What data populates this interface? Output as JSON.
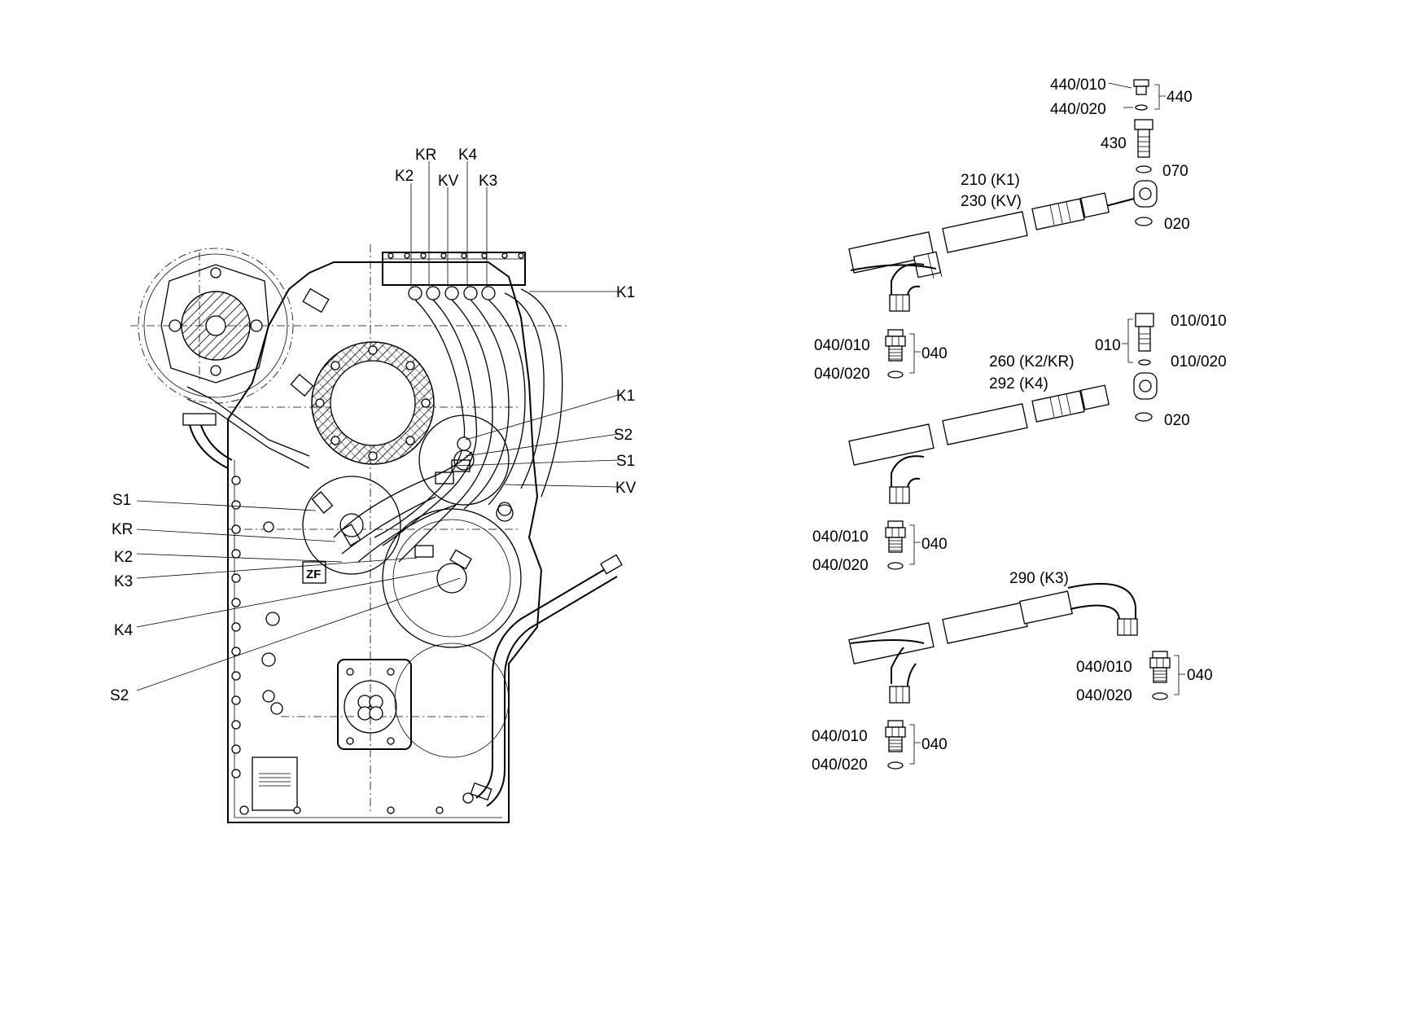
{
  "drawing": {
    "colors": {
      "line": "#000000",
      "background": "#ffffff"
    },
    "logo_text": "ZF",
    "housing_callouts": {
      "top": [
        "K2",
        "KR",
        "KV",
        "K4",
        "K3"
      ],
      "right": [
        "K1",
        "K1",
        "S2",
        "S1",
        "KV"
      ],
      "left": [
        "S1",
        "KR",
        "K2",
        "K3",
        "K4",
        "S2"
      ]
    },
    "assemblies": {
      "a1": {
        "lines": [
          "210 (K1)",
          "230 (KV)"
        ],
        "screw_a": "440/010",
        "screw_b": "440/020",
        "screw_group": "440",
        "bolt": "430",
        "seal_top": "070",
        "seal_bottom": "020",
        "adapter_a": "040/010",
        "adapter_b": "040/020",
        "adapter_group": "040"
      },
      "a2": {
        "lines": [
          "260 (K2/KR)",
          "292 (K4)"
        ],
        "bolt_group": "010",
        "bolt_a": "010/010",
        "bolt_b": "010/020",
        "seal": "020",
        "adapter_a": "040/010",
        "adapter_b": "040/020",
        "adapter_group": "040"
      },
      "a3": {
        "lines": [
          "290 (K3)"
        ],
        "adapter_r_a": "040/010",
        "adapter_r_b": "040/020",
        "adapter_r_group": "040",
        "adapter_l_a": "040/010",
        "adapter_l_b": "040/020",
        "adapter_l_group": "040"
      }
    }
  }
}
